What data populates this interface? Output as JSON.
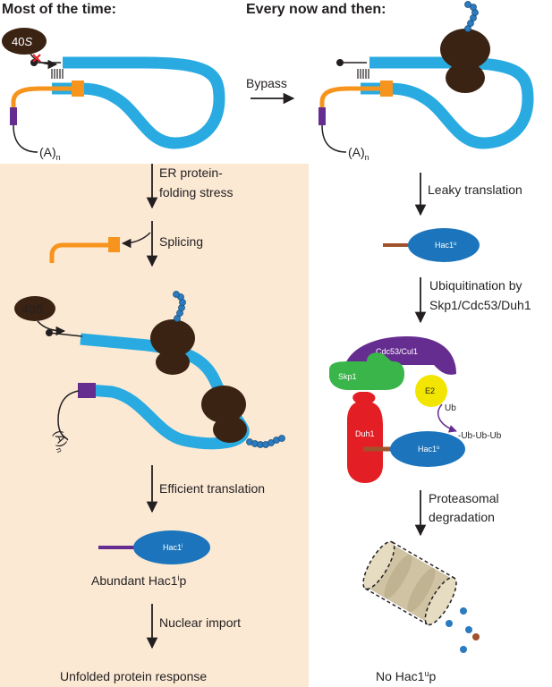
{
  "headers": {
    "left": "Most of the time:",
    "right": "Every now and then:"
  },
  "labels": {
    "ribosome_40s": "40",
    "ribosome_40s_s": "S",
    "polya": "(A)",
    "polya_n": "n",
    "bypass": "Bypass",
    "er_stress_1": "ER protein-",
    "er_stress_2": "folding stress",
    "splicing": "Splicing",
    "leaky_translation": "Leaky translation",
    "ubiquitination_1": "Ubiquitination by",
    "ubiquitination_2": "Skp1/Cdc53/Duh1",
    "efficient_translation": "Efficient translation",
    "abundant_1": "Abundant Hac1",
    "abundant_sup": "i",
    "abundant_2": "p",
    "nuclear_import": "Nuclear import",
    "upr": "Unfolded protein response",
    "proteasomal_1": "Proteasomal",
    "proteasomal_2": "degradation",
    "no_hac1_1": "No Hac1",
    "no_hac1_sup": "u",
    "no_hac1_2": "p",
    "hac1": "Hac1",
    "hac1_u": "u",
    "hac1_i": "i",
    "cdc53": "Cdc53/Cul1",
    "skp1": "Skp1",
    "e2": "E2",
    "duh1": "Duh1",
    "ub": "Ub",
    "ub_chain": "-Ub-Ub-Ub"
  },
  "colors": {
    "panel_bg": "#fbe9d4",
    "mrna_blue": "#29abe2",
    "intron_orange": "#f7941d",
    "purple": "#662d91",
    "ribosome_brown": "#3b2314",
    "hac1_blue": "#1c75bc",
    "ubiquitin_blue": "#2b7bc0",
    "degron_brown": "#a0522d",
    "skp1_green": "#39b54a",
    "e2_yellow": "#f2e600",
    "duh1_red": "#e31e24",
    "cdc53_purple": "#662d91",
    "proteasome_tan": "#cfc3a4",
    "block_red": "#e31e24"
  }
}
